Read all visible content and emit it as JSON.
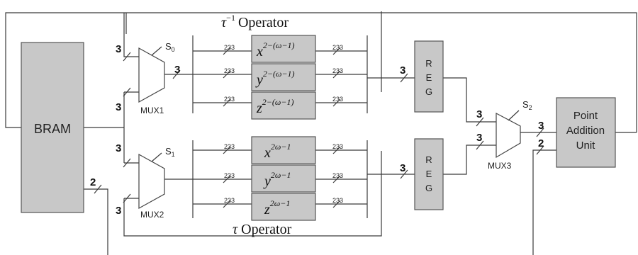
{
  "blocks": {
    "bram": "BRAM",
    "point_addition": [
      "Point",
      "Addition",
      "Unit"
    ],
    "reg_letters": [
      "R",
      "E",
      "G"
    ]
  },
  "muxes": {
    "mux1": {
      "label": "MUX1",
      "select": "S",
      "select_sub": "0"
    },
    "mux2": {
      "label": "MUX2",
      "select": "S",
      "select_sub": "1"
    },
    "mux3": {
      "label": "MUX3",
      "select": "S",
      "select_sub": "2"
    }
  },
  "operators": {
    "tau_inverse": {
      "symbol": "τ",
      "sup": "−1",
      "label": "Operator"
    },
    "tau": {
      "symbol": "τ",
      "label": "Operator"
    }
  },
  "stages": {
    "inverse": [
      {
        "var": "x",
        "exponent": "2−(ω−1)"
      },
      {
        "var": "y",
        "exponent": "2−(ω−1)"
      },
      {
        "var": "z",
        "exponent": "2−(ω−1)"
      }
    ],
    "forward": [
      {
        "var": "x",
        "exponent": "2ω−1"
      },
      {
        "var": "y",
        "exponent": "2ω−1"
      },
      {
        "var": "z",
        "exponent": "2ω−1"
      }
    ]
  },
  "bus_widths": {
    "three": "3",
    "two": "2",
    "wide": "233"
  }
}
